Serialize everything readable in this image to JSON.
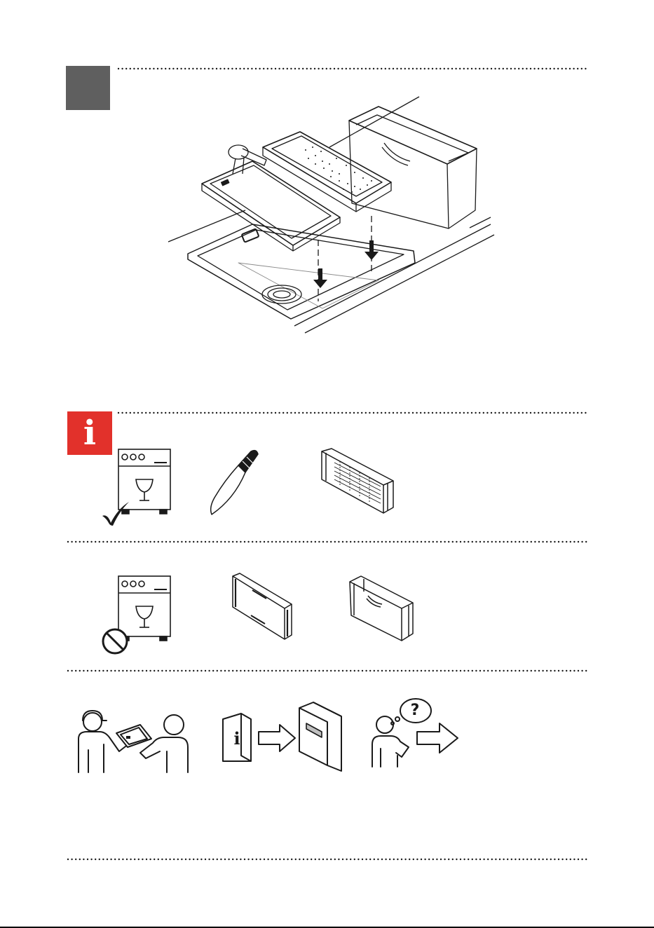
{
  "page": {
    "background": "#ffffff",
    "step_box_color": "#5f5f5f",
    "info_box_color": "#e2312b",
    "line_color": "#1a1a1a"
  },
  "info_badge": {
    "glyph": "i"
  },
  "sections": [
    {
      "id": "installation",
      "icons": [
        "sink-with-accessories-icon",
        "down-arrow-icon"
      ]
    },
    {
      "id": "dishwasher-safe",
      "icons": [
        "dishwasher-icon",
        "checkmark-icon",
        "knife-icon",
        "colander-icon"
      ]
    },
    {
      "id": "not-dishwasher-safe",
      "icons": [
        "dishwasher-icon",
        "prohibited-icon",
        "cutting-board-icon",
        "storage-box-icon"
      ]
    },
    {
      "id": "service",
      "icons": [
        "installer-with-customer-icon",
        "manual-icon",
        "right-arrow-icon",
        "booklet-icon",
        "question-person-icon"
      ]
    }
  ],
  "manual_badge": {
    "glyph": "i"
  },
  "question_bubble": {
    "glyph": "?"
  }
}
